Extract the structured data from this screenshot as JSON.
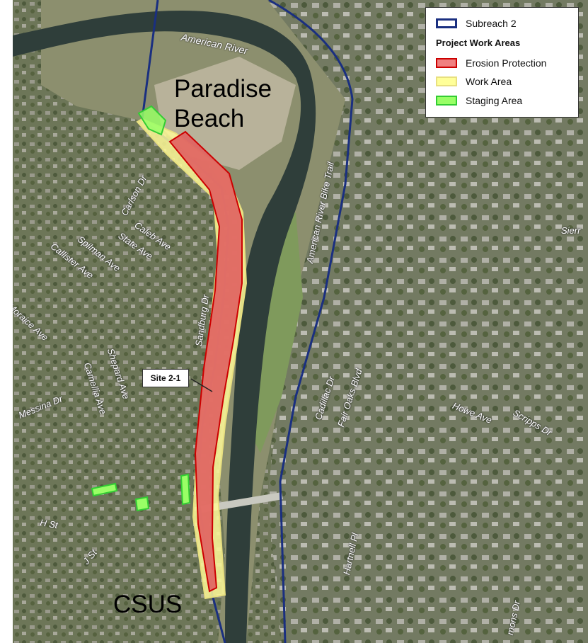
{
  "legend": {
    "boundary_label": "Subreach 2",
    "section_title": "Project Work Areas",
    "items": [
      {
        "label": "Erosion Protection",
        "fill": "#f08080",
        "stroke": "#cc0000"
      },
      {
        "label": "Work Area",
        "fill": "#ffff99",
        "stroke": "#e8e080"
      },
      {
        "label": "Staging Area",
        "fill": "#99ff66",
        "stroke": "#33cc33"
      }
    ],
    "boundary_color": "#1a2f80"
  },
  "places": {
    "paradise_line1": "Paradise",
    "paradise_line2": "Beach",
    "csus": "CSUS",
    "site": "Site 2-1",
    "river": "American River",
    "bike_trail": "American River Bike Trail"
  },
  "roads": [
    "Carlson Dr",
    "Caleb Ave",
    "State Ave",
    "Spilman Ave",
    "Callister Ave",
    "Moraice Ave",
    "Sandburg Dr",
    "Shepard Ave",
    "Camellia Ave",
    "Messina Dr",
    "Cadillac Dr",
    "Fair Oaks Blvd",
    "Howe Ave",
    "Scripps Dr",
    "H St",
    "J St",
    "Hartnell Pl",
    "mons Dr",
    "Sierr"
  ],
  "colors": {
    "river": "#2f3e3a",
    "urban": "#7a8266",
    "floodplain": "#8c8f6e",
    "sandbar": "#b8b29a"
  }
}
